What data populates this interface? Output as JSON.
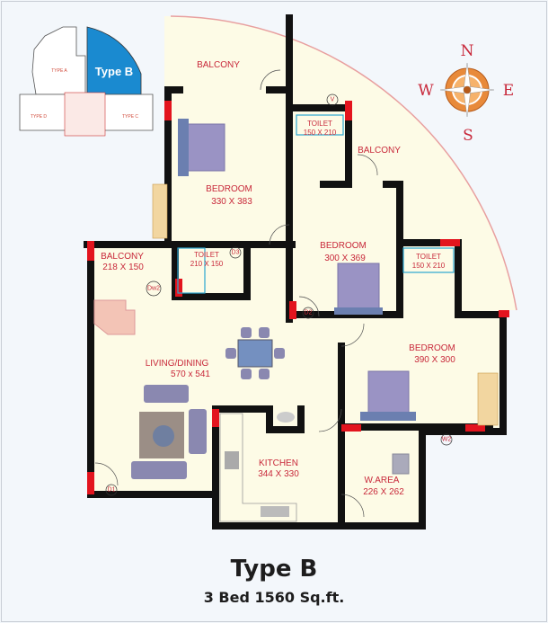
{
  "key_plan": {
    "highlight": "Type B",
    "units": [
      "TYPE A",
      "TYPE D",
      "TYPE C"
    ]
  },
  "compass": {
    "n": "N",
    "s": "S",
    "e": "E",
    "w": "W"
  },
  "rooms": {
    "balcony_top": {
      "name": "BALCONY"
    },
    "bedroom1": {
      "name": "BEDROOM",
      "size": "330 X 383"
    },
    "toilet2": {
      "name": "TOILET",
      "size": "150 X 210"
    },
    "balcony_right": {
      "name": "BALCONY"
    },
    "bedroom2": {
      "name": "BEDROOM",
      "size": "300 X 369"
    },
    "toilet3": {
      "name": "TOILET",
      "size": "150 X 210"
    },
    "balcony_left": {
      "name": "BALCONY",
      "size": "218 X 150"
    },
    "toilet1": {
      "name": "TOILET",
      "size": "210 X 150"
    },
    "living": {
      "name": "LIVING/DINING",
      "size": "570 x 541"
    },
    "bedroom3": {
      "name": "BEDROOM",
      "size": "390 X 300"
    },
    "kitchen": {
      "name": "KITCHEN",
      "size": "344 X 330"
    },
    "warea": {
      "name": "W.AREA",
      "size": "226 X 262"
    }
  },
  "doors": [
    "D1",
    "D2",
    "D3",
    "Dw2",
    "W2",
    "V"
  ],
  "colors": {
    "wall": "#111111",
    "floor": "#fdfbe6",
    "accent": "#e3141e",
    "keyplan": "#1a8ad0",
    "bed": "#9a93c4"
  },
  "footer": {
    "title": "Type B",
    "subtitle": "3 Bed 1560 Sq.ft."
  }
}
